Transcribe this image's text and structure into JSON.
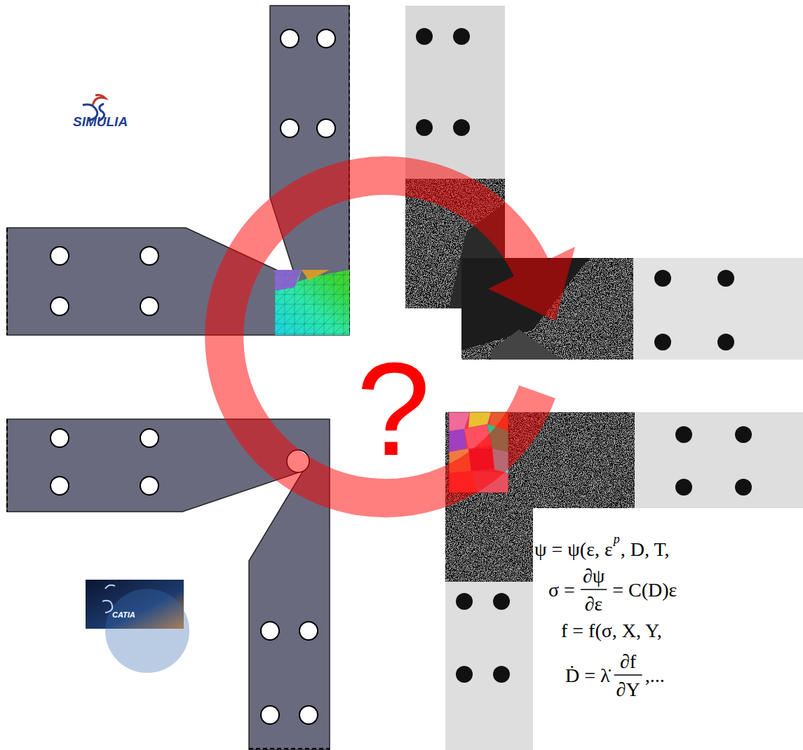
{
  "diagram": {
    "labels": [
      "SIMULIA",
      "CATIA",
      "?",
      "ψ = ψ(ε, ε",
      "p",
      ", D, T,",
      "σ =",
      "∂ψ",
      "∂ε",
      "= C(D)ε",
      "f = f(σ, X, Y,",
      "Ḋ = λ̇",
      "∂f",
      "∂Y",
      ",..."
    ]
  }
}
